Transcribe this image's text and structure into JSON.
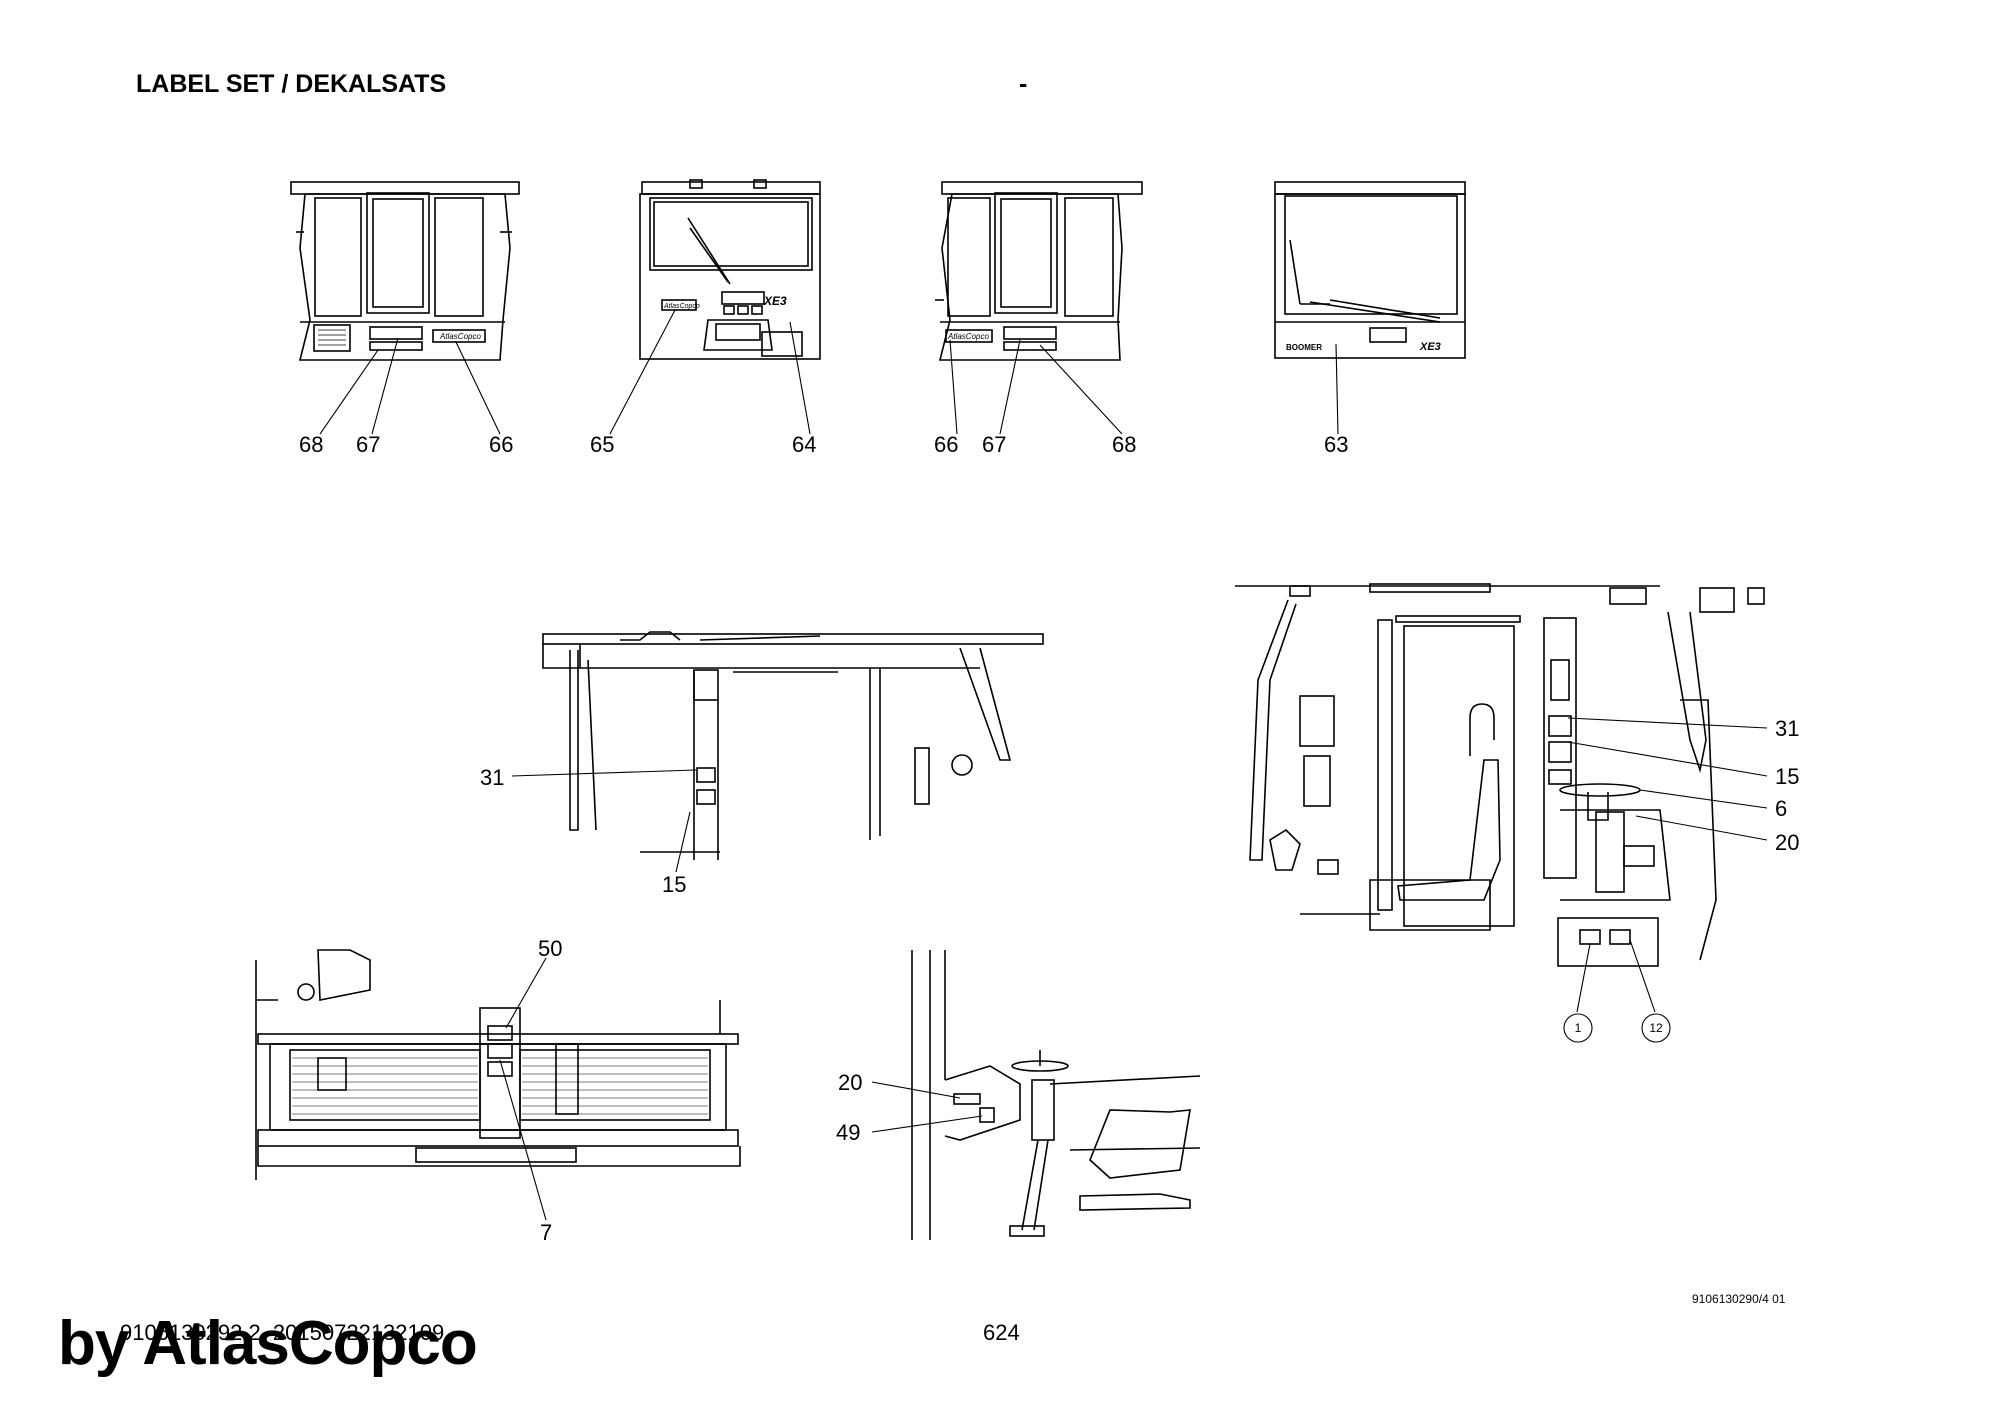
{
  "header": {
    "title": "LABEL SET / DEKALSATS",
    "separator": "-"
  },
  "footer": {
    "document_id": "9106130292.2_20150722132109",
    "page_number": "624",
    "drawing_number": "9106130290/4 01"
  },
  "watermark": {
    "text": "by AtlasCopco"
  },
  "views": {
    "rear_left": {
      "callouts": [
        "68",
        "67",
        "66"
      ],
      "decal_text": "AtlasCopco"
    },
    "front": {
      "callouts": [
        "65",
        "64"
      ],
      "decal_text": "AtlasCopco",
      "model_text": "XE3"
    },
    "rear_right": {
      "callouts": [
        "66",
        "67",
        "68"
      ],
      "decal_text": "AtlasCopco"
    },
    "side_rear": {
      "callouts": [
        "63"
      ],
      "decal_text": "BOOMER",
      "model_text": "XE3"
    },
    "interior_mid": {
      "callouts": [
        "31",
        "15"
      ]
    },
    "interior_right": {
      "callouts": [
        "31",
        "15",
        "6",
        "20"
      ],
      "circle_callouts": [
        "1",
        "12"
      ]
    },
    "floor_panel": {
      "callouts": [
        "50",
        "7"
      ]
    },
    "control_column": {
      "callouts": [
        "20",
        "49"
      ]
    }
  }
}
